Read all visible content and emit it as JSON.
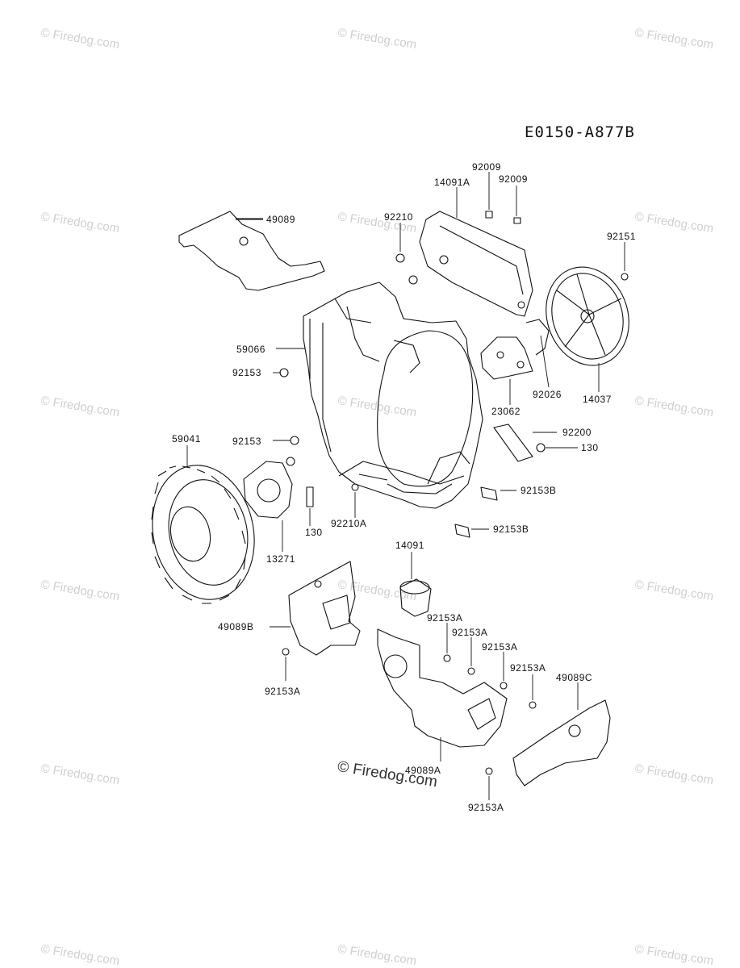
{
  "diagram_id": "E0150-A877B",
  "watermark": "© Firedog.com",
  "parts": {
    "p14091A": "14091A",
    "p92009a": "92009",
    "p92009b": "92009",
    "p92210": "92210",
    "p49089": "49089",
    "p92151": "92151",
    "p59066": "59066",
    "p92153a": "92153",
    "p92026": "92026",
    "p14037": "14037",
    "p23062": "23062",
    "p59041": "59041",
    "p92153b": "92153",
    "p92200": "92200",
    "p130a": "130",
    "p92153B1": "92153B",
    "p130b": "130",
    "p92210A": "92210A",
    "p92153B2": "92153B",
    "p13271": "13271",
    "p14091": "14091",
    "p92153A1": "92153A",
    "p92153A2": "92153A",
    "p92153A3": "92153A",
    "p49089B": "49089B",
    "p92153A4": "92153A",
    "p49089C": "49089C",
    "p92153A5": "92153A",
    "p49089A": "49089A",
    "p92153A6": "92153A"
  }
}
